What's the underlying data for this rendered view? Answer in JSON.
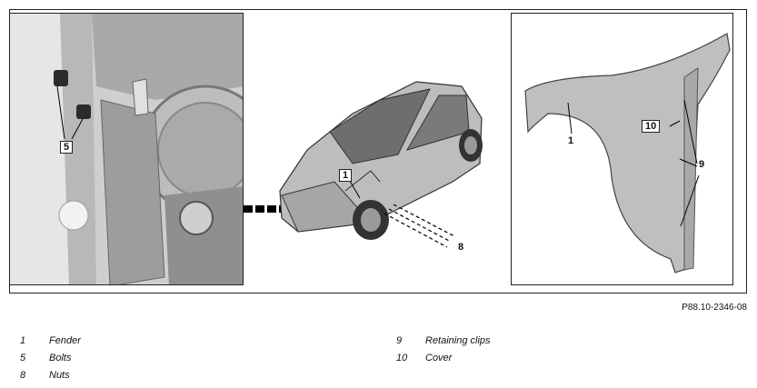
{
  "figure_code": "P88.10-2346-08",
  "callouts": {
    "left_bolts": "5",
    "car_fender": "1",
    "car_nuts": "8",
    "fender_part": "1",
    "fender_cover": "10",
    "fender_clips": "9"
  },
  "legend": [
    {
      "num": "1",
      "label": "Fender"
    },
    {
      "num": "5",
      "label": "Bolts"
    },
    {
      "num": "8",
      "label": "Nuts"
    },
    {
      "num": "9",
      "label": "Retaining clips"
    },
    {
      "num": "10",
      "label": "Cover"
    }
  ]
}
